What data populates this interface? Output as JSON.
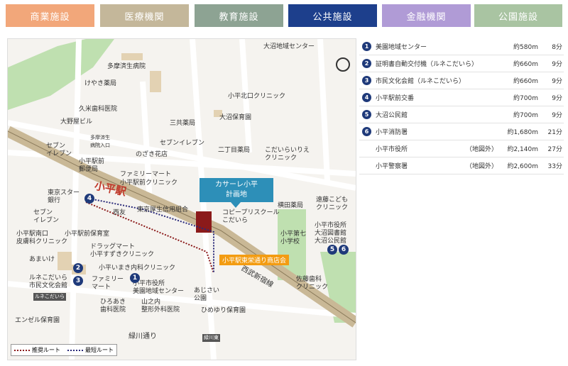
{
  "tabs": [
    {
      "label": "商業施設",
      "color": "#f2a77a"
    },
    {
      "label": "医療機関",
      "color": "#c4b79a"
    },
    {
      "label": "教育施設",
      "color": "#8da393"
    },
    {
      "label": "公共施設",
      "color": "#1d3f8c"
    },
    {
      "label": "金融機関",
      "color": "#b09bd6"
    },
    {
      "label": "公園施設",
      "color": "#a9c4a2"
    }
  ],
  "map": {
    "station": "小平駅",
    "site": "カサーレ小平\n計画地",
    "site_line1": "カサーレ小平",
    "site_line2": "計画地",
    "street": "小平駅東栄通り商店会",
    "legend_recommended": "推奨ルート",
    "legend_shortest": "最短ルート",
    "labels": {
      "l1": "大沼地域センター",
      "l2": "多摩済生病院",
      "l3": "けやき薬局",
      "l4": "久米歯科医院",
      "l5": "大野屋ビル",
      "l6": "多摩済生\n病院入口",
      "l7": "セブン\nイレブン",
      "l8": "のざき花店",
      "l9": "セブンイレブン",
      "l10": "三共薬局",
      "l11": "小平北口クリニック",
      "l12": "大沼保育園",
      "l13": "二丁目薬局",
      "l14": "こだいらいりえ\nクリニック",
      "l15": "小平駅前\n郵便局",
      "l16": "ファミリーマート",
      "l17": "小平駅前クリニック",
      "l18": "東京スター\n銀行",
      "l19": "西友",
      "l20": "東京厚生信用組合",
      "l21": "コピープリスクール\nこだいら",
      "l22": "横田薬局",
      "l23": "遠藤こども\nクリニック",
      "l24": "セブン\nイレブン",
      "l25": "小平駅南口\n皮膚科クリニック",
      "l26": "小平駅前保育室",
      "l27": "ドラッグマート\n小平すずきクリニック",
      "l28": "小平第七\n小学校",
      "l29": "小平市役所\n大沼図書館\n大沼公民館",
      "l30": "あまいけ",
      "l31": "小平いまき内科クリニック",
      "l32": "ルネこだいら\n市民文化会館",
      "l33": "ファミリー\nマート",
      "l34": "小平市役所\n美園地域センター",
      "l35": "西武新宿線",
      "l36": "あじさい\n公園",
      "l37": "佐藤歯科\nクリニック",
      "l38": "ひろあき\n歯科医院",
      "l39": "山之内\n整形外科医院",
      "l40": "ひめゆり保育園",
      "l41": "エンゼル保育園",
      "l42": "緑川通り",
      "l43": "緑川東",
      "l44": "ルネこだいら"
    },
    "pins": [
      "1",
      "2",
      "3",
      "4",
      "5",
      "6"
    ]
  },
  "facilities": [
    {
      "num": "1",
      "name": "美園地域センター",
      "note": "",
      "dist": "約580m",
      "min": "8分"
    },
    {
      "num": "2",
      "name": "証明書自動交付機（ルネこだいら）",
      "note": "",
      "dist": "約660m",
      "min": "9分"
    },
    {
      "num": "3",
      "name": "市民文化会館（ルネこだいら）",
      "note": "",
      "dist": "約660m",
      "min": "9分"
    },
    {
      "num": "4",
      "name": "小平駅前交番",
      "note": "",
      "dist": "約700m",
      "min": "9分"
    },
    {
      "num": "5",
      "name": "大沼公民館",
      "note": "",
      "dist": "約700m",
      "min": "9分"
    },
    {
      "num": "6",
      "name": "小平消防署",
      "note": "",
      "dist": "約1,680m",
      "min": "21分"
    },
    {
      "num": "",
      "name": "小平市役所",
      "note": "（地図外）",
      "dist": "約2,140m",
      "min": "27分"
    },
    {
      "num": "",
      "name": "小平警察署",
      "note": "（地図外）",
      "dist": "約2,600m",
      "min": "33分"
    }
  ]
}
